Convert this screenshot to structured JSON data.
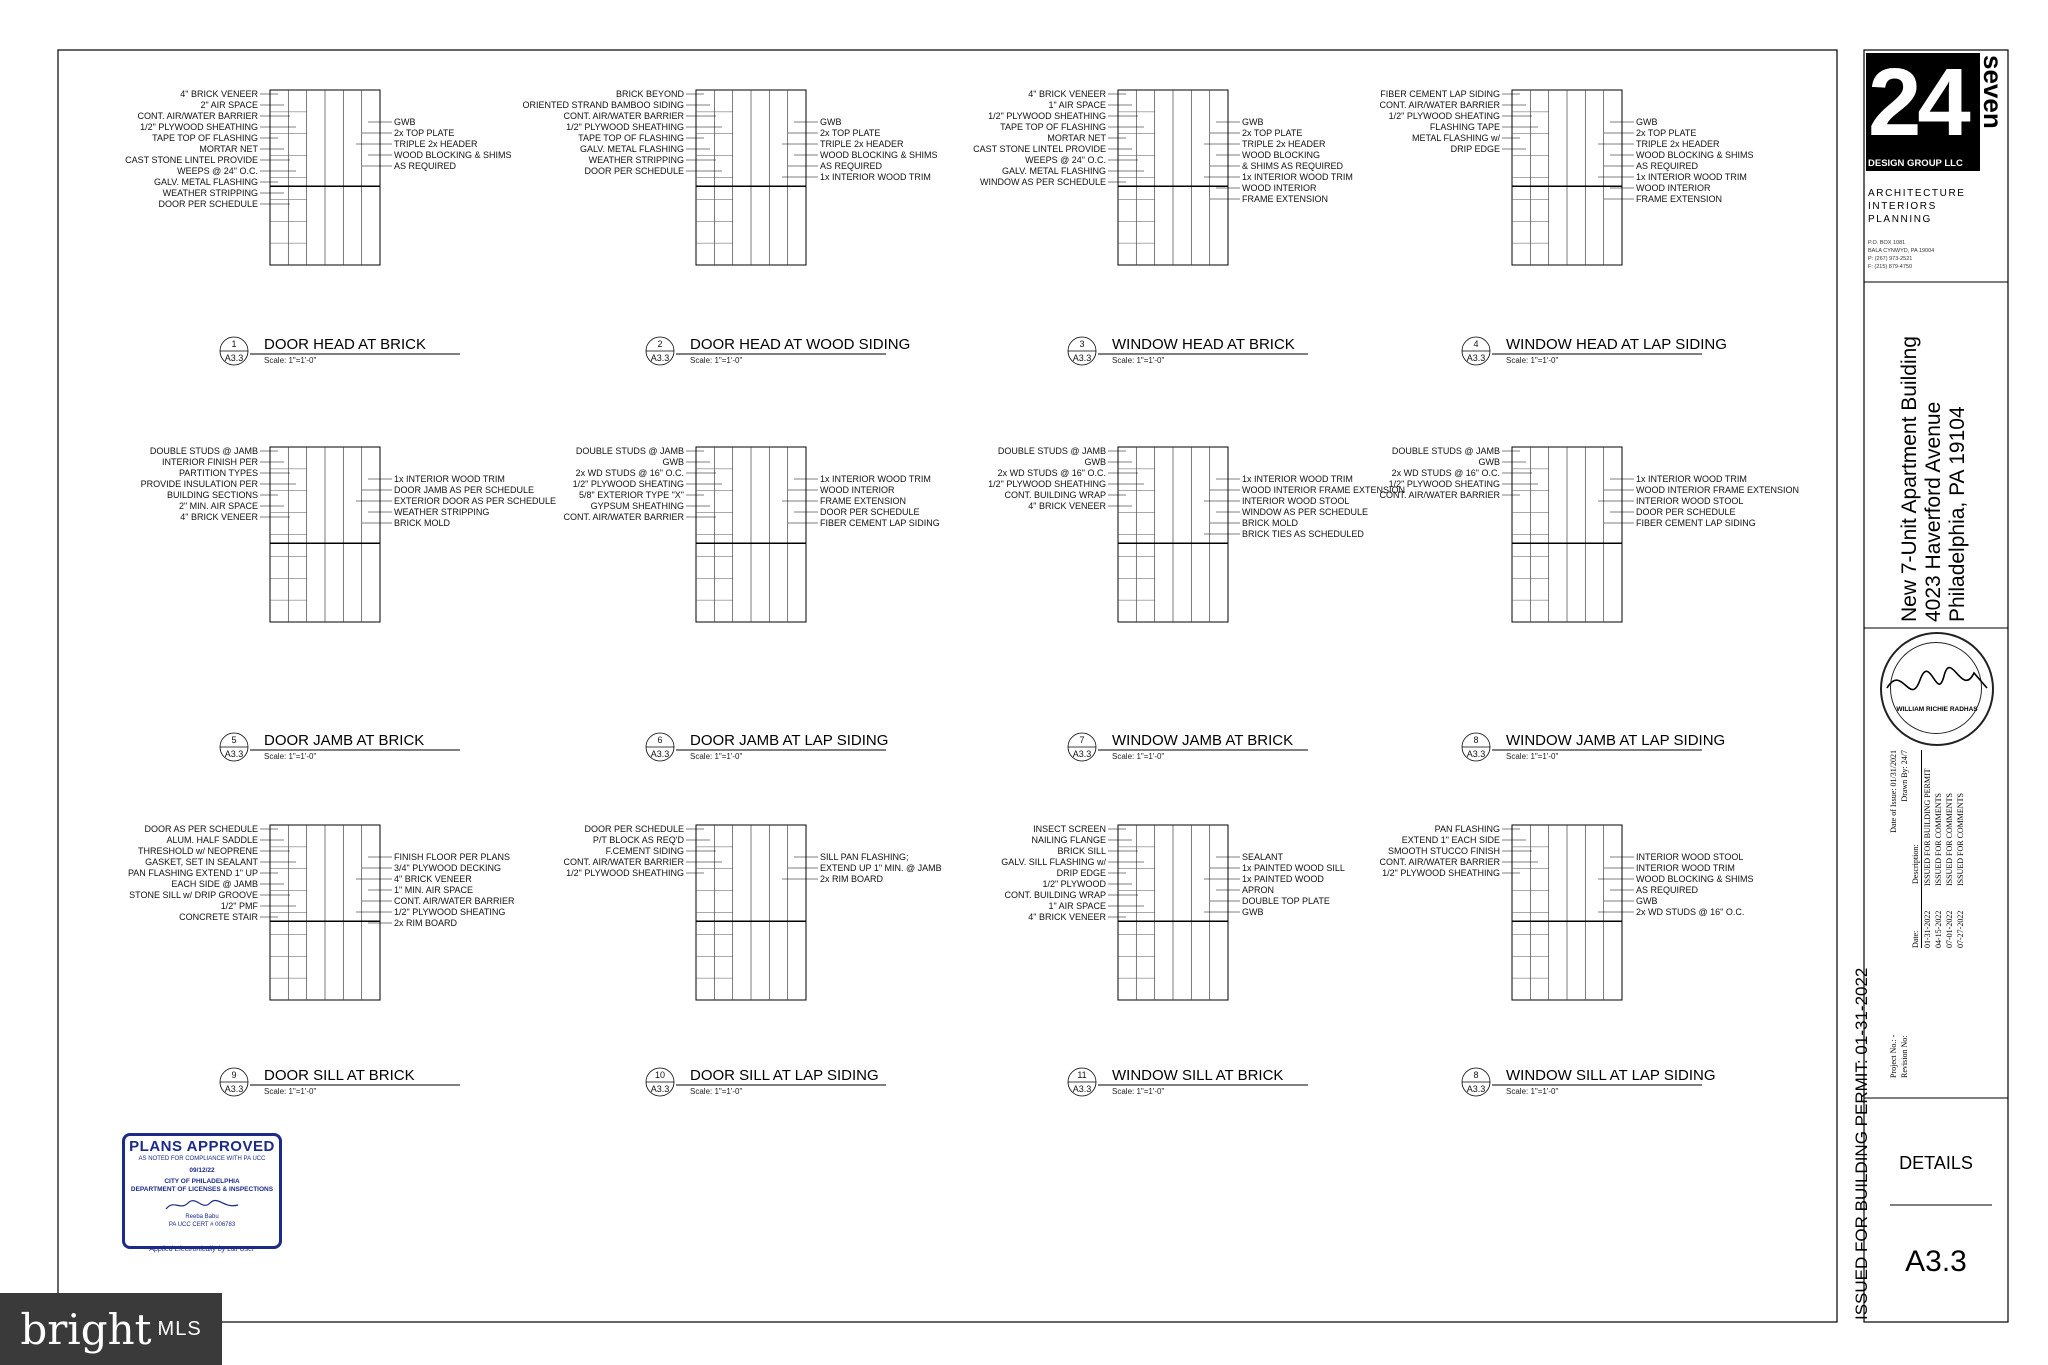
{
  "details": [
    {
      "num": "1",
      "sheet": "A3.3",
      "title": "DOOR HEAD AT BRICK",
      "scale": "Scale: 1\"=1'-0\"",
      "left_labels": [
        "4\" BRICK VENEER",
        "2\" AIR SPACE",
        "CONT. AIR/WATER BARRIER",
        "1/2\" PLYWOOD SHEATHING",
        "TAPE TOP OF FLASHING",
        "MORTAR NET",
        "CAST STONE LINTEL PROVIDE",
        "WEEPS @ 24\" O.C.",
        "GALV. METAL FLASHING",
        "WEATHER STRIPPING",
        "DOOR PER SCHEDULE"
      ],
      "right_labels": [
        "GWB",
        "2x TOP PLATE",
        "TRIPLE 2x HEADER",
        "WOOD BLOCKING & SHIMS",
        "AS REQUIRED"
      ]
    },
    {
      "num": "2",
      "sheet": "A3.3",
      "title": "DOOR HEAD AT WOOD SIDING",
      "scale": "Scale: 1\"=1'-0\"",
      "left_labels": [
        "BRICK BEYOND",
        "ORIENTED STRAND BAMBOO SIDING",
        "CONT. AIR/WATER BARRIER",
        "1/2\" PLYWOOD SHEATHING",
        "TAPE TOP OF FLASHING",
        "GALV. METAL FLASHING",
        "WEATHER STRIPPING",
        "DOOR PER SCHEDULE"
      ],
      "right_labels": [
        "GWB",
        "2x TOP PLATE",
        "TRIPLE 2x HEADER",
        "WOOD BLOCKING & SHIMS",
        "AS REQUIRED",
        "1x INTERIOR WOOD TRIM"
      ]
    },
    {
      "num": "3",
      "sheet": "A3.3",
      "title": "WINDOW HEAD AT BRICK",
      "scale": "Scale: 1\"=1'-0\"",
      "left_labels": [
        "4\" BRICK VENEER",
        "1\" AIR SPACE",
        "1/2\" PLYWOOD SHEATHING",
        "TAPE TOP OF FLASHING",
        "MORTAR NET",
        "CAST STONE LINTEL PROVIDE",
        "WEEPS @ 24\" O.C.",
        "GALV. METAL FLASHING",
        "WINDOW AS PER SCHEDULE"
      ],
      "right_labels": [
        "GWB",
        "2x TOP PLATE",
        "TRIPLE 2x HEADER",
        "WOOD BLOCKING",
        "& SHIMS AS REQUIRED",
        "1x INTERIOR WOOD TRIM",
        "WOOD INTERIOR",
        "FRAME EXTENSION"
      ]
    },
    {
      "num": "4",
      "sheet": "A3.3",
      "title": "WINDOW HEAD AT LAP SIDING",
      "scale": "Scale: 1\"=1'-0\"",
      "left_labels": [
        "FIBER CEMENT LAP SIDING",
        "CONT. AIR/WATER BARRIER",
        "1/2\" PLYWOOD SHEATING",
        "FLASHING TAPE",
        "METAL FLASHING w/",
        "DRIP EDGE"
      ],
      "right_labels": [
        "GWB",
        "2x TOP PLATE",
        "TRIPLE 2x HEADER",
        "WOOD BLOCKING & SHIMS",
        "AS REQUIRED",
        "1x INTERIOR WOOD TRIM",
        "WOOD INTERIOR",
        "FRAME EXTENSION"
      ]
    },
    {
      "num": "5",
      "sheet": "A3.3",
      "title": "DOOR JAMB AT BRICK",
      "scale": "Scale: 1\"=1'-0\"",
      "left_labels": [
        "DOUBLE STUDS @ JAMB",
        "INTERIOR FINISH PER",
        "PARTITION TYPES",
        "PROVIDE INSULATION PER",
        "BUILDING SECTIONS",
        "2\" MIN. AIR SPACE",
        "4\" BRICK VENEER"
      ],
      "right_labels": [
        "1x INTERIOR WOOD TRIM",
        "DOOR JAMB AS PER SCHEDULE",
        "EXTERIOR DOOR AS PER SCHEDULE",
        "WEATHER STRIPPING",
        "BRICK MOLD"
      ]
    },
    {
      "num": "6",
      "sheet": "A3.3",
      "title": "DOOR JAMB AT LAP SIDING",
      "scale": "Scale: 1\"=1'-0\"",
      "left_labels": [
        "DOUBLE STUDS @ JAMB",
        "GWB",
        "2x WD STUDS @ 16\" O.C.",
        "1/2\" PLYWOOD SHEATING",
        "5/8\" EXTERIOR TYPE \"X\"",
        "GYPSUM SHEATHING",
        "CONT. AIR/WATER BARRIER"
      ],
      "right_labels": [
        "1x INTERIOR WOOD TRIM",
        "WOOD INTERIOR",
        "FRAME EXTENSION",
        "DOOR PER SCHEDULE",
        "FIBER CEMENT LAP SIDING"
      ]
    },
    {
      "num": "7",
      "sheet": "A3.3",
      "title": "WINDOW JAMB AT BRICK",
      "scale": "Scale: 1\"=1'-0\"",
      "left_labels": [
        "DOUBLE STUDS @ JAMB",
        "GWB",
        "2x WD STUDS @ 16\" O.C.",
        "1/2\" PLYWOOD SHEATHING",
        "CONT. BUILDING WRAP",
        "4\" BRICK VENEER"
      ],
      "right_labels": [
        "1x INTERIOR WOOD TRIM",
        "WOOD INTERIOR FRAME EXTENSION",
        "INTERIOR WOOD STOOL",
        "WINDOW AS PER SCHEDULE",
        "BRICK MOLD",
        "BRICK TIES AS SCHEDULED"
      ]
    },
    {
      "num": "8",
      "sheet": "A3.3",
      "title": "WINDOW JAMB AT LAP SIDING",
      "scale": "Scale: 1\"=1'-0\"",
      "left_labels": [
        "DOUBLE STUDS @ JAMB",
        "GWB",
        "2x WD STUDS @ 16\" O.C.",
        "1/2\" PLYWOOD SHEATING",
        "CONT. AIR/WATER BARRIER"
      ],
      "right_labels": [
        "1x INTERIOR WOOD TRIM",
        "WOOD INTERIOR FRAME EXTENSION",
        "INTERIOR WOOD STOOL",
        "DOOR PER SCHEDULE",
        "FIBER CEMENT LAP SIDING"
      ]
    },
    {
      "num": "9",
      "sheet": "A3.3",
      "title": "DOOR SILL AT BRICK",
      "scale": "Scale: 1\"=1'-0\"",
      "left_labels": [
        "DOOR AS PER SCHEDULE",
        "ALUM. HALF SADDLE",
        "THRESHOLD w/ NEOPRENE",
        "GASKET, SET IN SEALANT",
        "PAN FLASHING EXTEND 1\" UP",
        "EACH SIDE @ JAMB",
        "STONE SILL w/ DRIP GROOVE",
        "1/2\" PMF",
        "CONCRETE STAIR"
      ],
      "right_labels": [
        "FINISH FLOOR PER PLANS",
        "3/4\" PLYWOOD DECKING",
        "4\" BRICK VENEER",
        "1\" MIN. AIR SPACE",
        "CONT. AIR/WATER BARRIER",
        "1/2\" PLYWOOD SHEATING",
        "2x RIM BOARD"
      ]
    },
    {
      "num": "10",
      "sheet": "A3.3",
      "title": "DOOR SILL AT LAP SIDING",
      "scale": "Scale: 1\"=1'-0\"",
      "left_labels": [
        "DOOR PER SCHEDULE",
        "P/T BLOCK AS REQ'D",
        "F.CEMENT SIDING",
        "CONT. AIR/WATER BARRIER",
        "1/2\" PLYWOOD SHEATHING"
      ],
      "right_labels": [
        "SILL PAN FLASHING;",
        "EXTEND UP 1\" MIN. @ JAMB",
        "2x RIM BOARD"
      ]
    },
    {
      "num": "11",
      "sheet": "A3.3",
      "title": "WINDOW SILL AT BRICK",
      "scale": "Scale: 1\"=1'-0\"",
      "left_labels": [
        "INSECT SCREEN",
        "NAILING FLANGE",
        "BRICK SILL",
        "GALV. SILL FLASHING w/",
        "DRIP EDGE",
        "1/2\" PLYWOOD",
        "CONT. BUILDING WRAP",
        "1\" AIR SPACE",
        "4\" BRICK VENEER"
      ],
      "right_labels": [
        "SEALANT",
        "1x PAINTED WOOD SILL",
        "1x PAINTED WOOD",
        "APRON",
        "DOUBLE TOP PLATE",
        "GWB"
      ]
    },
    {
      "num": "8",
      "sheet": "A3.3",
      "title": "WINDOW SILL AT LAP SIDING",
      "scale": "Scale: 1\"=1'-0\"",
      "left_labels": [
        "PAN FLASHING",
        "EXTEND 1\" EACH SIDE",
        "SMOOTH STUCCO FINISH",
        "CONT. AIR/WATER BARRIER",
        "1/2\" PLYWOOD SHEATHING"
      ],
      "right_labels": [
        "INTERIOR WOOD STOOL",
        "INTERIOR WOOD TRIM",
        "WOOD BLOCKING & SHIMS",
        "AS REQUIRED",
        "GWB",
        "2x WD STUDS @ 16\" O.C."
      ]
    }
  ],
  "permit_text": "ISSUED FOR BUILDING PERMIT: 01-31-2022",
  "firm": {
    "logo_number": "24",
    "logo_word": "seven",
    "logo_sub": "DESIGN GROUP LLC",
    "services": [
      "ARCHITECTURE",
      "INTERIORS",
      "PLANNING"
    ],
    "contact": [
      "P.O. BOX 1081",
      "BALA CYNWYD, PA 19004",
      "P: (267) 973-2521",
      "F: (215) 879-4750"
    ]
  },
  "project": {
    "title": "New 7-Unit Apartment Building",
    "address": "4023 Haverford Avenue",
    "city": "Philadelphia, PA 19104"
  },
  "seal_text": "WILLIAM RICHIE RADHAS",
  "revisions": {
    "project_no": "Project No.: -",
    "revision_no": "Revision No:",
    "date_header": "Date:",
    "desc_header": "Description:",
    "date_of_issue": "Date of Issue: 01/31/2021",
    "drawn_by": "Drawn By: 24/7",
    "rows": [
      {
        "date": "01-31-2022",
        "desc": "ISSUED FOR BUILDING PERMIT"
      },
      {
        "date": "04-15-2022",
        "desc": "ISSUED FOR COMMENTS"
      },
      {
        "date": "07-01-2022",
        "desc": "ISSUED FOR COMMENTS"
      },
      {
        "date": "07-27-2022",
        "desc": "ISSUED FOR COMMENTS"
      }
    ]
  },
  "sheet_name": "DETAILS",
  "sheet_number": "A3.3",
  "stamp": {
    "heading": "PLANS APPROVED",
    "line1": "AS NOTED FOR COMPLIANCE WITH PA UCC",
    "date": "09/12/22",
    "line2": "CITY OF PHILADELPHIA",
    "line3": "DEPARTMENT OF LICENSES & INSPECTIONS",
    "name": "Reeba Babu",
    "cert": "PA UCC CERT # 006783",
    "note": "Applied Electronically by L&I User"
  },
  "watermark": {
    "brand": "bright",
    "suffix": "MLS"
  }
}
